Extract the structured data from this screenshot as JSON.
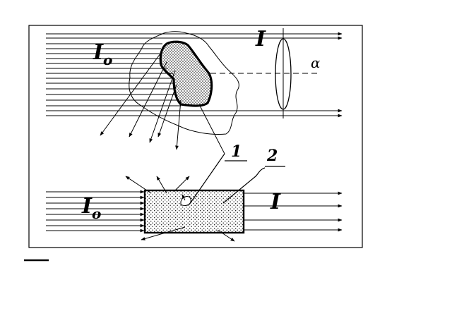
{
  "labels": {
    "incident_top": "I",
    "incident_top_sub": "o",
    "transmitted_top": "I",
    "angle": "α",
    "callout_1": "1",
    "callout_2": "2",
    "incident_bottom": "I",
    "incident_bottom_sub": "o",
    "transmitted_bottom": "I"
  },
  "colors": {
    "stroke": "#000000",
    "background": "#ffffff",
    "stipple": "#000000"
  }
}
